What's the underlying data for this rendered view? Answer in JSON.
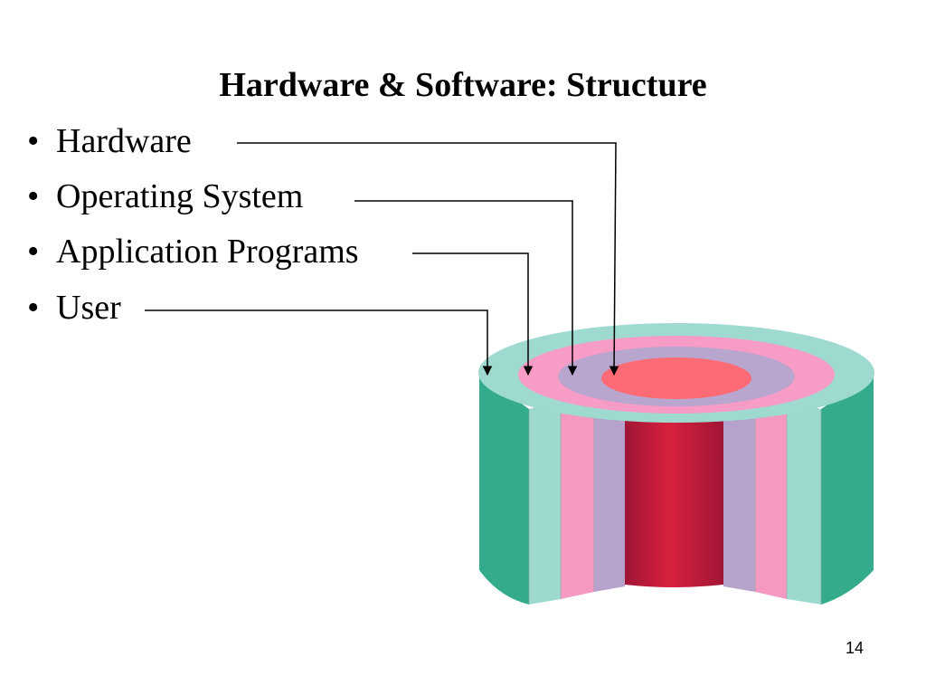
{
  "slide": {
    "title": "Hardware & Software: Structure",
    "bullet_glyph": "•",
    "bullets": [
      {
        "label": "Hardware",
        "layer": "hardware"
      },
      {
        "label": "Operating System",
        "layer": "operating-system"
      },
      {
        "label": "Application Programs",
        "layer": "application-programs"
      },
      {
        "label": "User",
        "layer": "user"
      }
    ],
    "page_number": "14"
  },
  "diagram": {
    "type": "concentric-layered-cylinder",
    "layers_inner_to_outer": [
      "hardware",
      "operating-system",
      "application-programs",
      "user"
    ],
    "colors": {
      "hardware_top": "#ff6b75",
      "hardware_side_dark": "#a01535",
      "hardware_side_light": "#d8203f",
      "operating_system_top": "#b9a6cf",
      "operating_system_side": "#b6a2cc",
      "application_programs_top": "#f69cc6",
      "application_programs_side": "#f599c3",
      "user_inner_top": "#9fdad0",
      "user_inner_side": "#9dd9cf",
      "user_outer_side": "#34ab8a",
      "leader_line": "#000000"
    }
  }
}
